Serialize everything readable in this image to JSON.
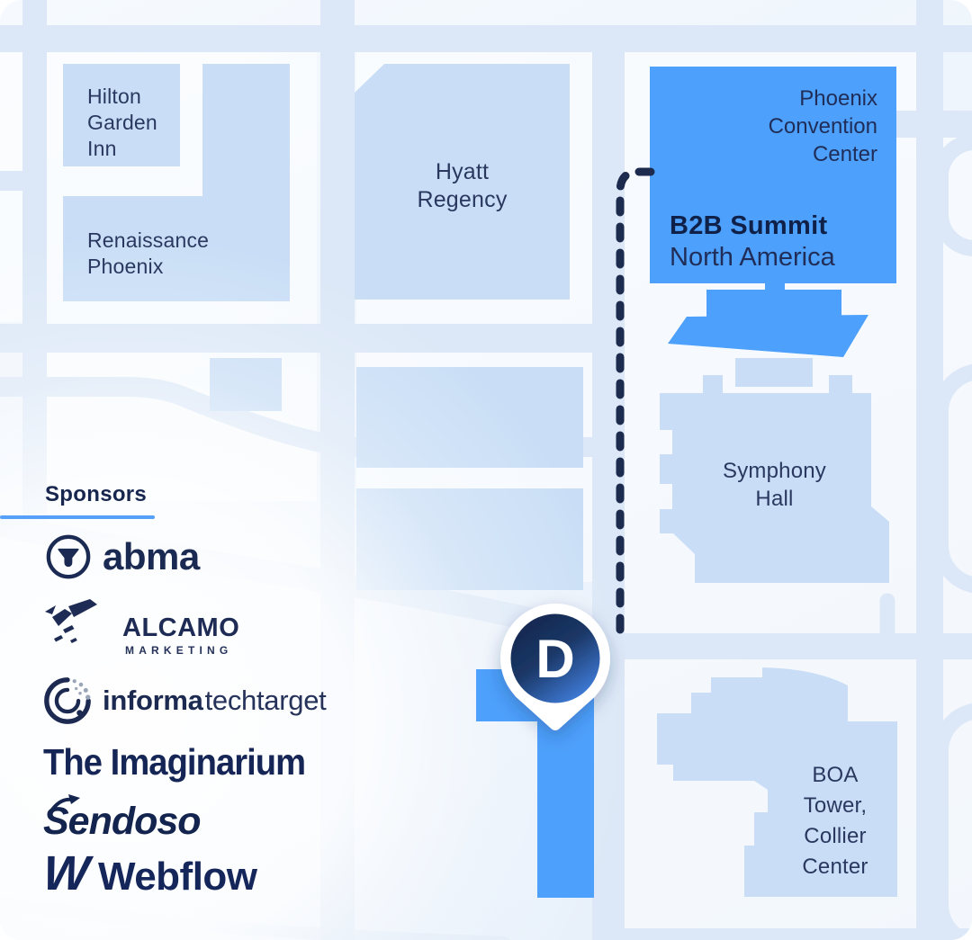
{
  "map": {
    "colors": {
      "accent": "#4DA0FB",
      "road": "#DCE8F7",
      "building": "#C9DEF6",
      "navy": "#1D2B4E",
      "label": "#2A3860",
      "underline": "#55A0F8",
      "dot_gray": "#9AA6B8"
    },
    "buildings": [
      {
        "id": "hilton-garden-inn",
        "lines": [
          "Hilton",
          "Garden",
          "Inn"
        ]
      },
      {
        "id": "renaissance-phoenix",
        "lines": [
          "Renaissance",
          "Phoenix"
        ]
      },
      {
        "id": "hyatt-regency",
        "lines": [
          "Hyatt",
          "Regency"
        ]
      },
      {
        "id": "symphony-hall",
        "lines": [
          "Symphony",
          "Hall"
        ]
      },
      {
        "id": "boa-tower-collier-center",
        "lines": [
          "BOA",
          "Tower,",
          "Collier",
          "Center"
        ]
      }
    ],
    "venue": {
      "name_lines": [
        "Phoenix",
        "Convention",
        "Center"
      ],
      "event_line1": "B2B Summit",
      "event_line2": "North America"
    },
    "pin_monogram": "D"
  },
  "sponsors": {
    "heading": "Sponsors",
    "items": [
      {
        "id": "abma",
        "wordmark": "abma"
      },
      {
        "id": "alcamo",
        "wordmark": "ALCAMO",
        "tagline": "MARKETING"
      },
      {
        "id": "informa-techtarget",
        "wordmark_bold": "informa",
        "wordmark_light": "techtarget"
      },
      {
        "id": "the-imaginarium",
        "wordmark": "The Imaginarium"
      },
      {
        "id": "sendoso",
        "wordmark": "Sendoso"
      },
      {
        "id": "webflow",
        "wordmark": "Webflow",
        "monogram": "W"
      }
    ]
  }
}
